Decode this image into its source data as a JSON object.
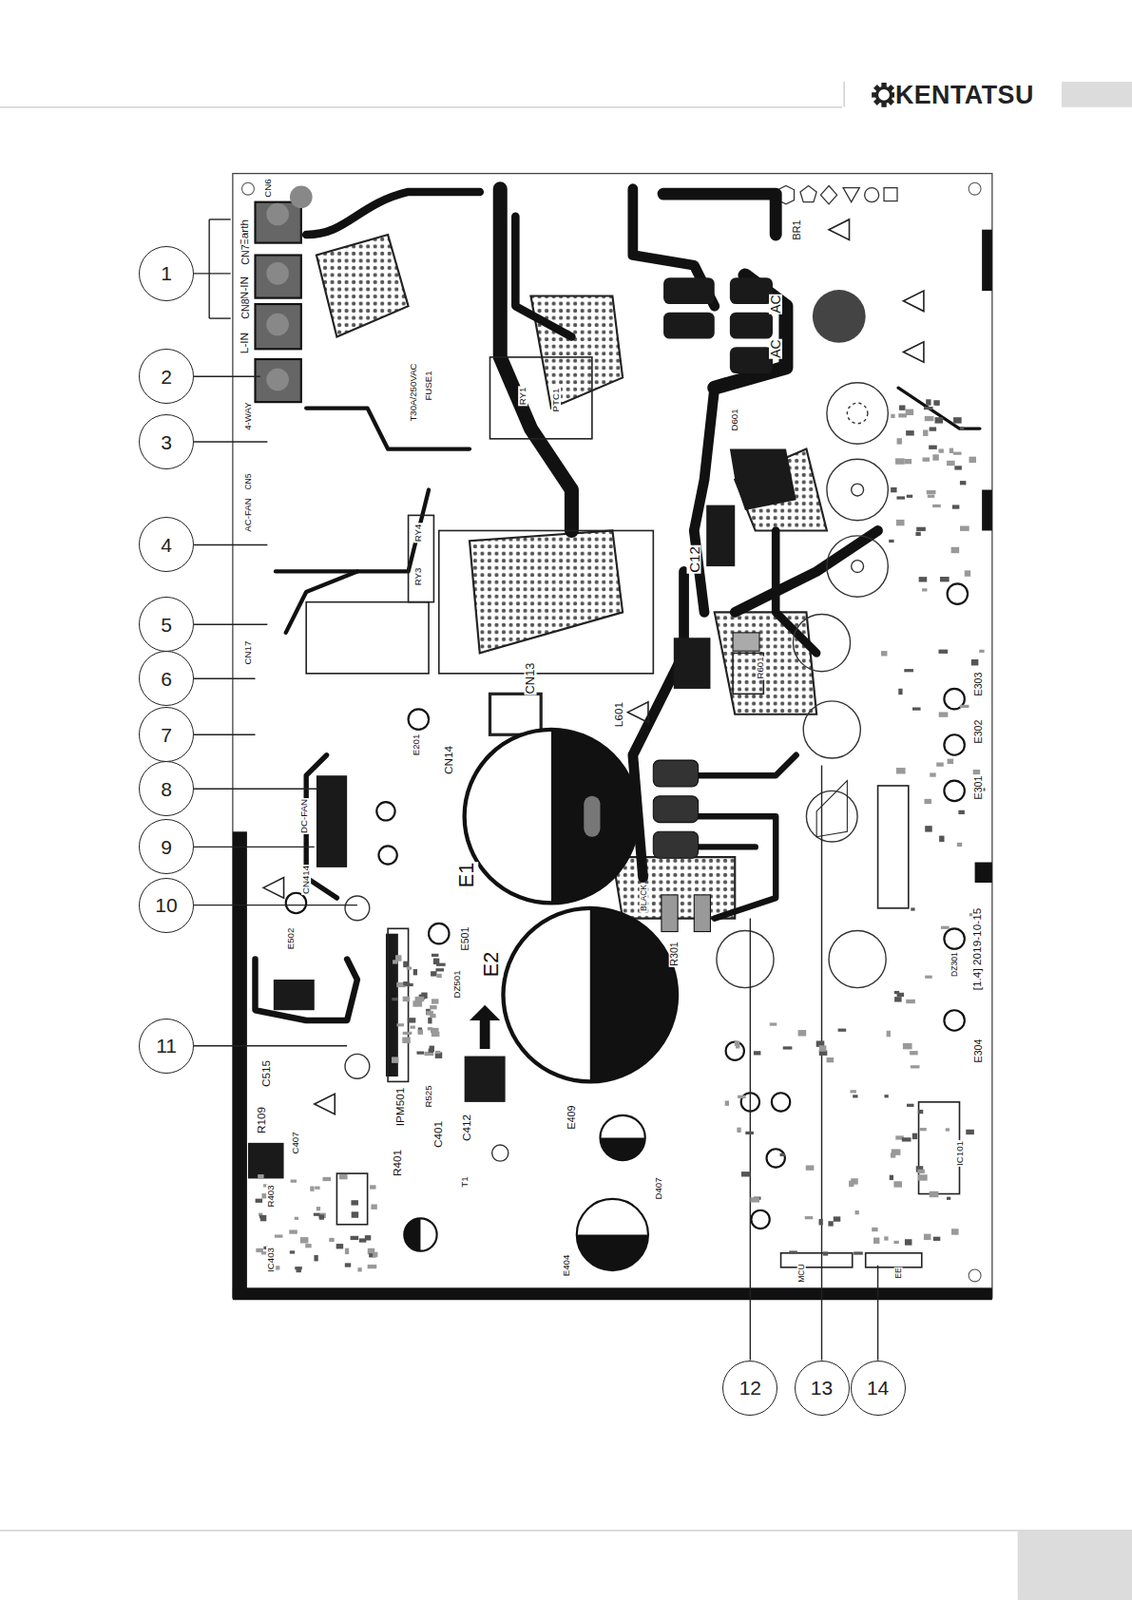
{
  "diagram": {
    "nodes": [
      {
        "text": [
          "1"
        ]
      },
      {
        "text": [
          "2"
        ]
      },
      {
        "text": [
          "3"
        ]
      },
      {
        "text": [
          "4"
        ]
      },
      {
        "text": [
          "5"
        ]
      },
      {
        "text": [
          "6"
        ]
      },
      {
        "text": [
          "7"
        ]
      },
      {
        "text": [
          "8"
        ]
      },
      {
        "text": [
          "9"
        ]
      },
      {
        "text": [
          "10"
        ]
      },
      {
        "text": [
          "11"
        ]
      },
      {
        "text": [
          "12"
        ]
      },
      {
        "text": [
          "13"
        ]
      },
      {
        "text": [
          "14"
        ]
      }
    ],
    "edges": [],
    "labels": [
      "KENTATSU",
      "Earth",
      "CN6",
      "N-IN",
      "CN7",
      "L-IN",
      "CN8",
      "FUSE1",
      "T30A/250VAC",
      "RY1",
      "PTC1",
      "AC",
      "AC",
      "C12",
      "D601",
      "L601",
      "CN13",
      "CN14",
      "E1",
      "E2",
      "IPM501",
      "C515",
      "R109",
      "C407",
      "R401",
      "C401",
      "C412",
      "E409",
      "CN414",
      "DC-FAN",
      "CN17",
      "4-WAY",
      "AC-FAN",
      "CN5",
      "R601",
      "R301",
      "E301",
      "E302",
      "E303",
      "E304",
      "IC101",
      "BLACK",
      "[1.4] 2019-10-15",
      "E501",
      "DZ501",
      "E201",
      "E502",
      "RY3",
      "RY4",
      "R525",
      "D407",
      "E404",
      "IC403",
      "MCU",
      "EE",
      "BR1",
      "DZ301",
      "R403",
      "T1"
    ]
  }
}
